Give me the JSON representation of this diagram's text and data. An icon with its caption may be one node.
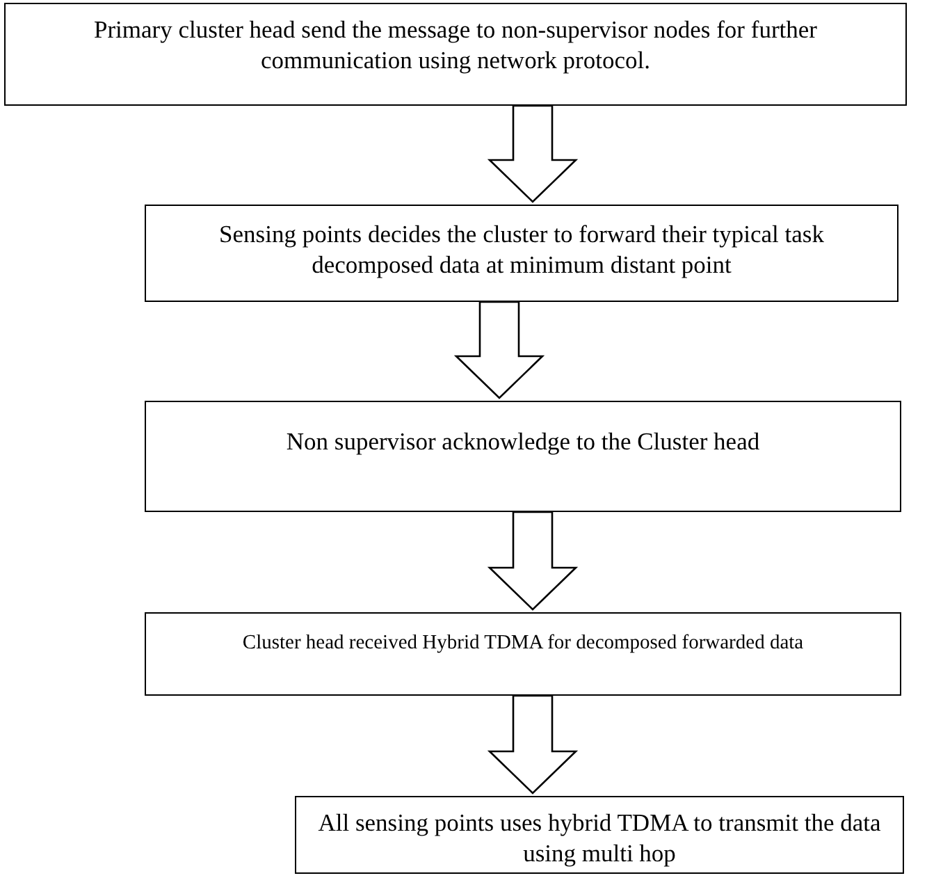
{
  "diagram": {
    "nodes": [
      {
        "text": [
          "Primary cluster head send the message to non-supervisor nodes for further communication using network protocol."
        ]
      },
      {
        "text": [
          "Sensing points decides the cluster to forward their typical task decomposed data at minimum distant point"
        ]
      },
      {
        "text": [
          "Non supervisor acknowledge to the Cluster head"
        ]
      },
      {
        "text": [
          "Cluster head received Hybrid TDMA for decomposed forwarded data"
        ]
      },
      {
        "text": [
          "All sensing points uses hybrid TDMA to transmit the data using multi hop"
        ]
      }
    ],
    "edges": [
      {
        "from": 0,
        "to": 1,
        "arrow": "to"
      },
      {
        "from": 1,
        "to": 2,
        "arrow": "to"
      },
      {
        "from": 2,
        "to": 3,
        "arrow": "to"
      },
      {
        "from": 3,
        "to": 4,
        "arrow": "to"
      }
    ]
  }
}
